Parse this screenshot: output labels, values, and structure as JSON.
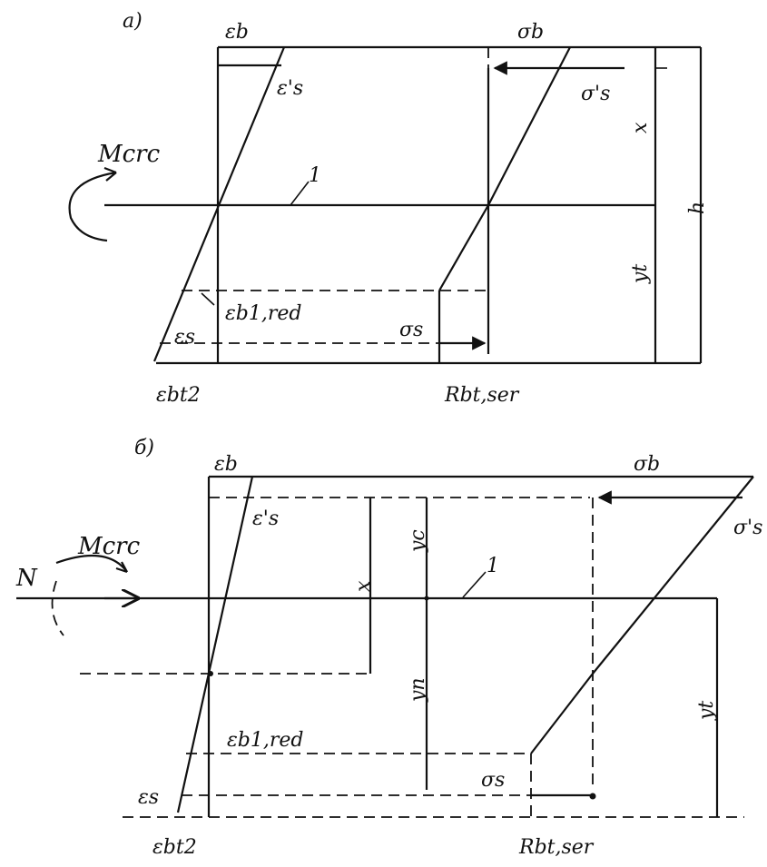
{
  "panel_a": {
    "label": "а)",
    "eps_b": "εb",
    "sigma_b": "σb",
    "eps_s_prime": "ε's",
    "sigma_s_prime": "σ's",
    "moment": "Mcrc",
    "axis_marker": "1",
    "x": "x",
    "h": "h",
    "y_t": "yt",
    "eps_b1_red": "εb1,red",
    "eps_s": "εs",
    "sigma_s": "σs",
    "eps_bt2": "εbt2",
    "r_bt_ser": "Rbt,ser"
  },
  "panel_b": {
    "label": "б)",
    "eps_b": "εb",
    "sigma_b": "σb",
    "eps_s_prime": "ε's",
    "sigma_s_prime": "σ's",
    "moment": "Mcrc",
    "force": "N",
    "axis_marker": "1",
    "x": "x",
    "y_c": "yc",
    "y_n": "yn",
    "y_t": "yt",
    "eps_b1_red": "εb1,red",
    "eps_s": "εs",
    "sigma_s": "σs",
    "eps_bt2": "εbt2",
    "r_bt_ser": "Rbt,ser"
  }
}
